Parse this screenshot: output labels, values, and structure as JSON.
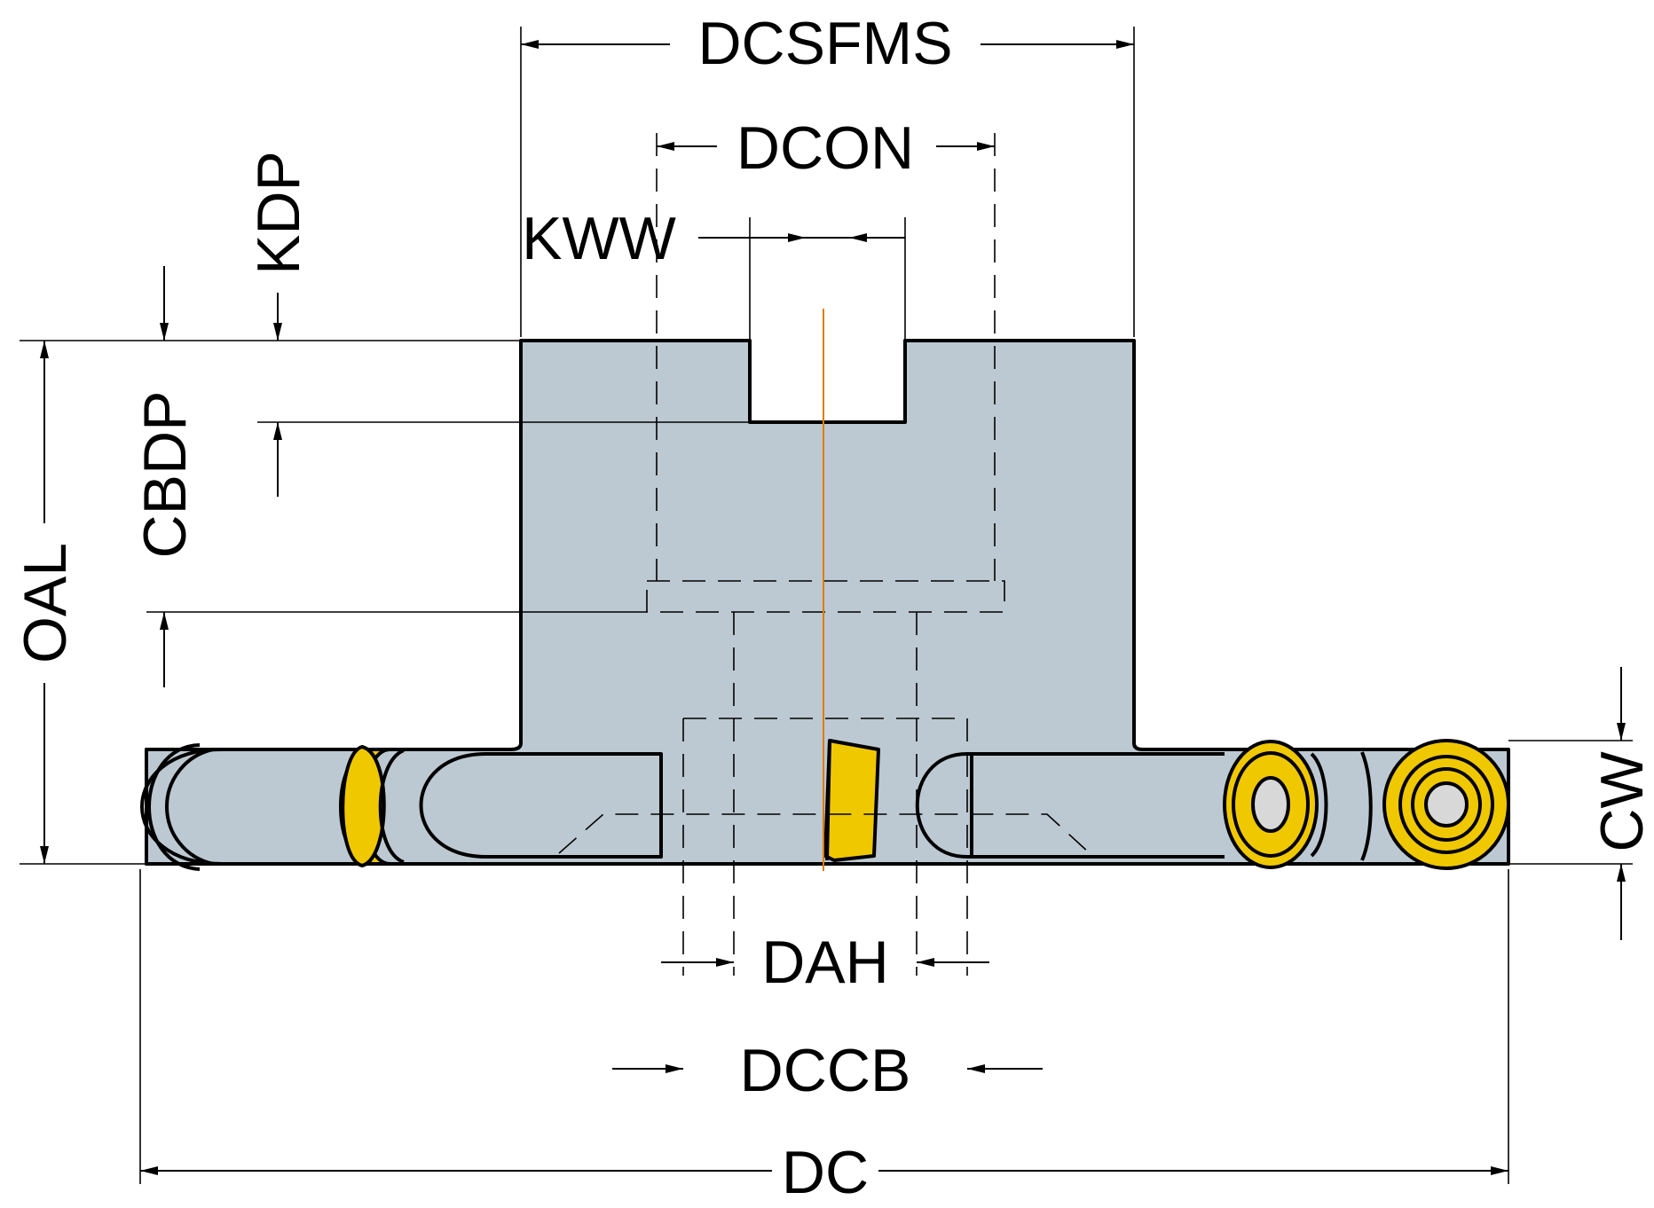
{
  "labels": {
    "dcsfms": "DCSFMS",
    "dcon": "DCON",
    "kww": "KWW",
    "kdp": "KDP",
    "cbdp": "CBDP",
    "oal": "OAL",
    "cw": "CW",
    "dah": "DAH",
    "dccb": "DCCB",
    "dc": "DC"
  },
  "colors": {
    "body": "#bdc9d2",
    "insert": "#f0c800",
    "outline": "#000000",
    "centerline": "#e07b00",
    "screw": "#d8d8d8"
  }
}
